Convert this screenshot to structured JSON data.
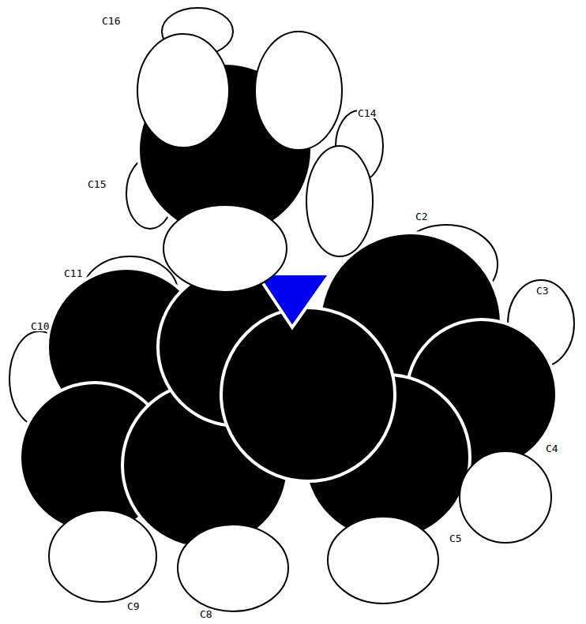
{
  "diagram": {
    "labels": [
      "C16",
      "C14",
      "C15",
      "C2",
      "C11",
      "C3",
      "C10",
      "C4",
      "C5",
      "C9",
      "C8"
    ]
  }
}
